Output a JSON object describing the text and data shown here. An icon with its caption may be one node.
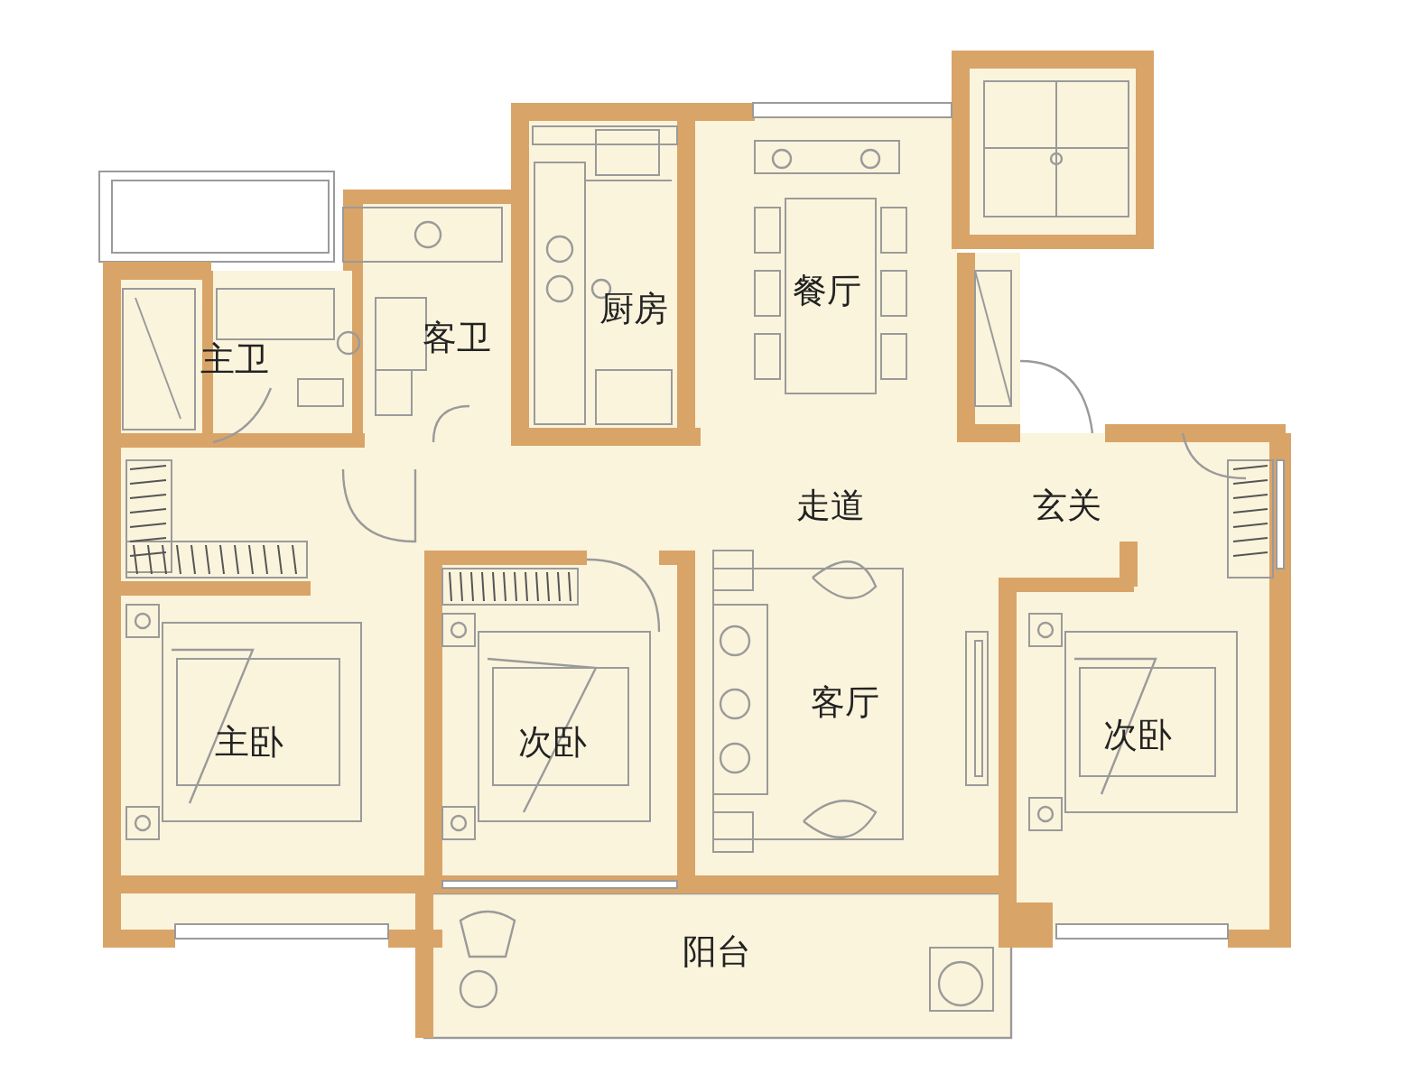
{
  "diagram": {
    "labels": [
      "主卫",
      "客卫",
      "厨房",
      "餐厅",
      "走道",
      "玄关",
      "主卧",
      "次卧",
      "客厅",
      "次卧",
      "阳台"
    ]
  }
}
